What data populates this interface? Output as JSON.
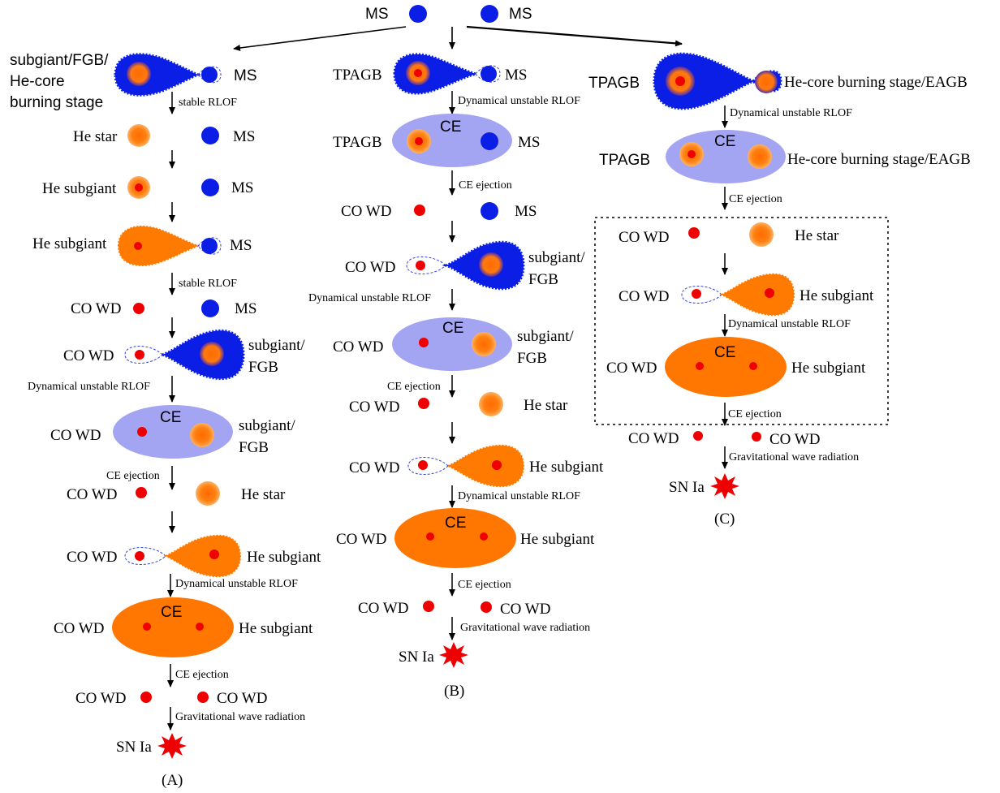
{
  "colors": {
    "ms_star": "#0b1ee6",
    "he_star": "#ff7a00",
    "wd": "#ee0000",
    "ce_blue": "#a3a5f2",
    "ce_orange": "#ff7600",
    "roche_dash": "#3344dd",
    "supernova": "#ee0000"
  },
  "top": {
    "left_label": "MS",
    "right_label": "MS"
  },
  "steps": {
    "stable_rlof": "stable RLOF",
    "dyn_rlof": "Dynamical unstable RLOF",
    "ce_ejection": "CE ejection",
    "gw": "Gravitational wave radiation"
  },
  "labels": {
    "ms": "MS",
    "co_wd": "CO WD",
    "he_star": "He star",
    "he_subgiant": "He subgiant",
    "subgiant_fgb_1": "subgiant/",
    "subgiant_fgb_2": "FGB",
    "subgiant_fgb_he_1": "subgiant/FGB/",
    "subgiant_fgb_he_2": "He-core",
    "subgiant_fgb_he_3": "burning stage",
    "tpagb": "TPAGB",
    "he_core_eagb": "He-core burning stage/EAGB",
    "ce": "CE",
    "sn_ia": "SN Ia"
  },
  "panels": {
    "a": "(A)",
    "b": "(B)",
    "c": "(C)"
  }
}
